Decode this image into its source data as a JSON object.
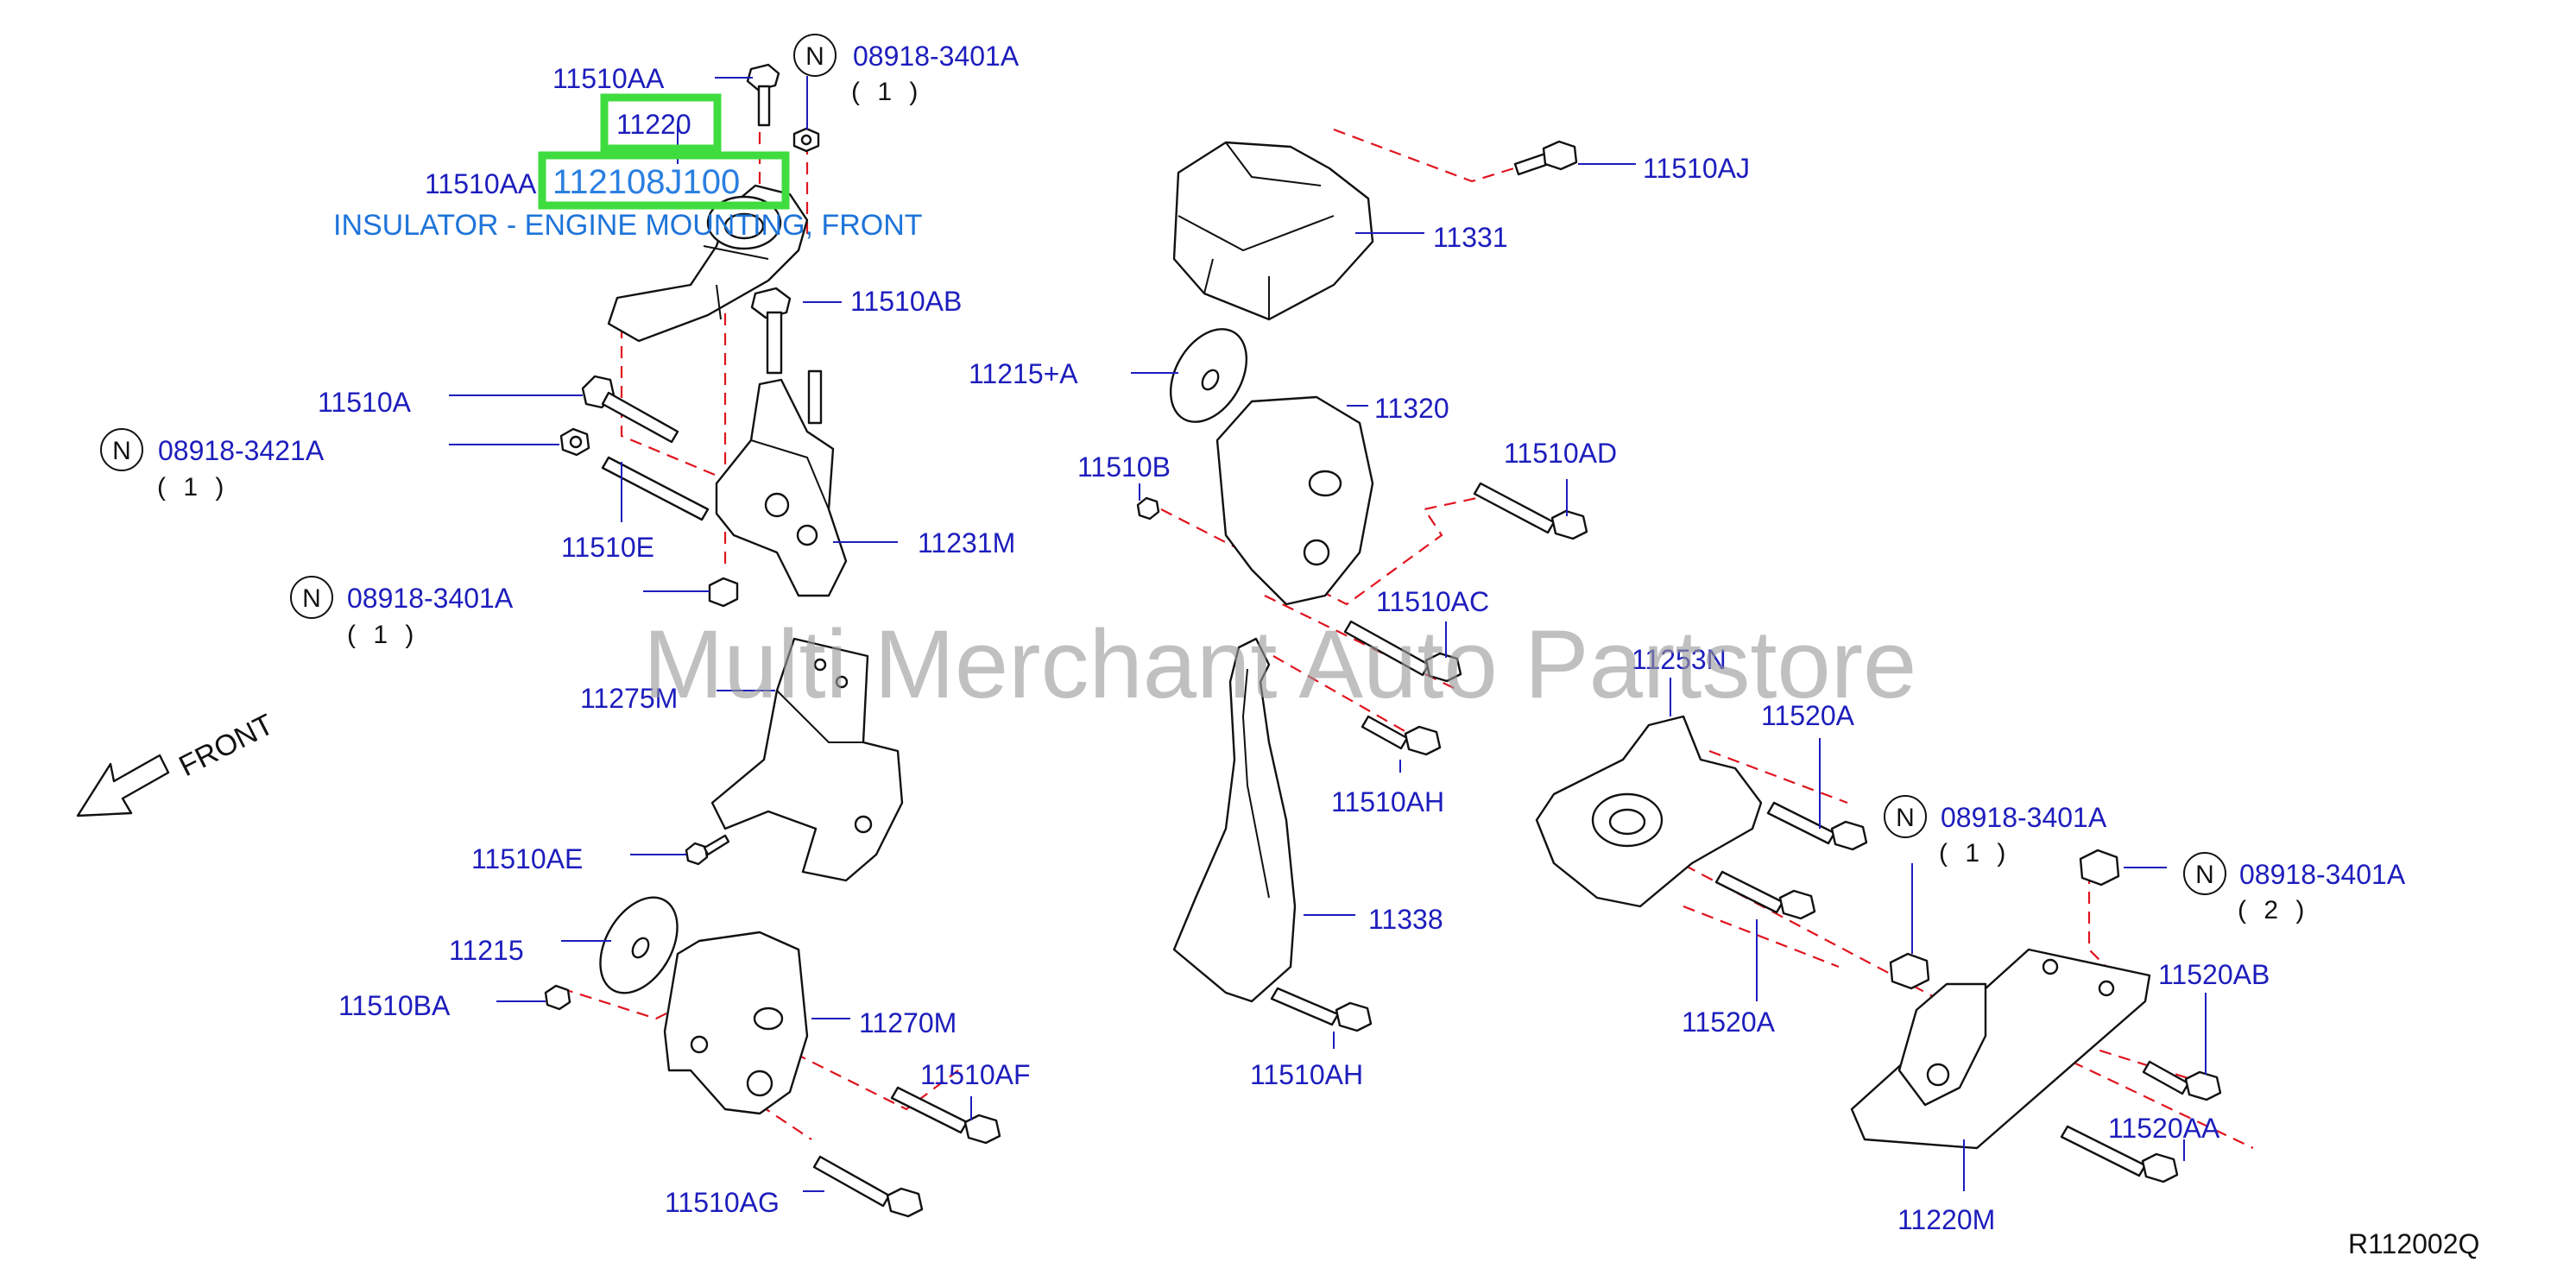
{
  "watermark": "Multi Merchant Auto Partstore",
  "front_label": "FRONT",
  "reference_code": "R112002Q",
  "callout": {
    "part_number": "11220",
    "full_part_number": "112108J100",
    "description": "INSULATOR - ENGINE MOUNTING, FRONT",
    "highlight_color": "#3fdc3f"
  },
  "colors": {
    "part_number_text": "#1d1dbd",
    "dashed_guides": "#e0141e",
    "callout_text": "#1e74d9"
  },
  "n_symbol": "N",
  "labels": {
    "l_11510AA_top": "11510AA",
    "l_11510AA_left": "11510AA",
    "l_08918_3401A_top": "08918-3401A",
    "l_qty_top": "( 1 )",
    "l_11510AB": "11510AB",
    "l_11510A": "11510A",
    "l_08918_3421A": "08918-3421A",
    "l_qty_3421": "( 1 )",
    "l_11510E": "11510E",
    "l_11231M": "11231M",
    "l_08918_3401A_mid": "08918-3401A",
    "l_qty_mid": "( 1 )",
    "l_11275M": "11275M",
    "l_11510AE": "11510AE",
    "l_11215": "11215",
    "l_11510BA": "11510BA",
    "l_11270M": "11270M",
    "l_11510AF": "11510AF",
    "l_11510AG": "11510AG",
    "l_11510AJ": "11510AJ",
    "l_11331": "11331",
    "l_11215A": "11215+A",
    "l_11320": "11320",
    "l_11510B": "11510B",
    "l_11510AD": "11510AD",
    "l_11510AC": "11510AC",
    "l_11510AH_top": "11510AH",
    "l_11338": "11338",
    "l_11510AH_bot": "11510AH",
    "l_11253N": "11253N",
    "l_11520A_top": "11520A",
    "l_08918_3401A_right": "08918-3401A",
    "l_qty_right": "( 1 )",
    "l_08918_3401A_far": "08918-3401A",
    "l_qty_far": "( 2 )",
    "l_11520A_bot": "11520A",
    "l_11520AB": "11520AB",
    "l_11520AA": "11520AA",
    "l_11220M": "11220M"
  }
}
